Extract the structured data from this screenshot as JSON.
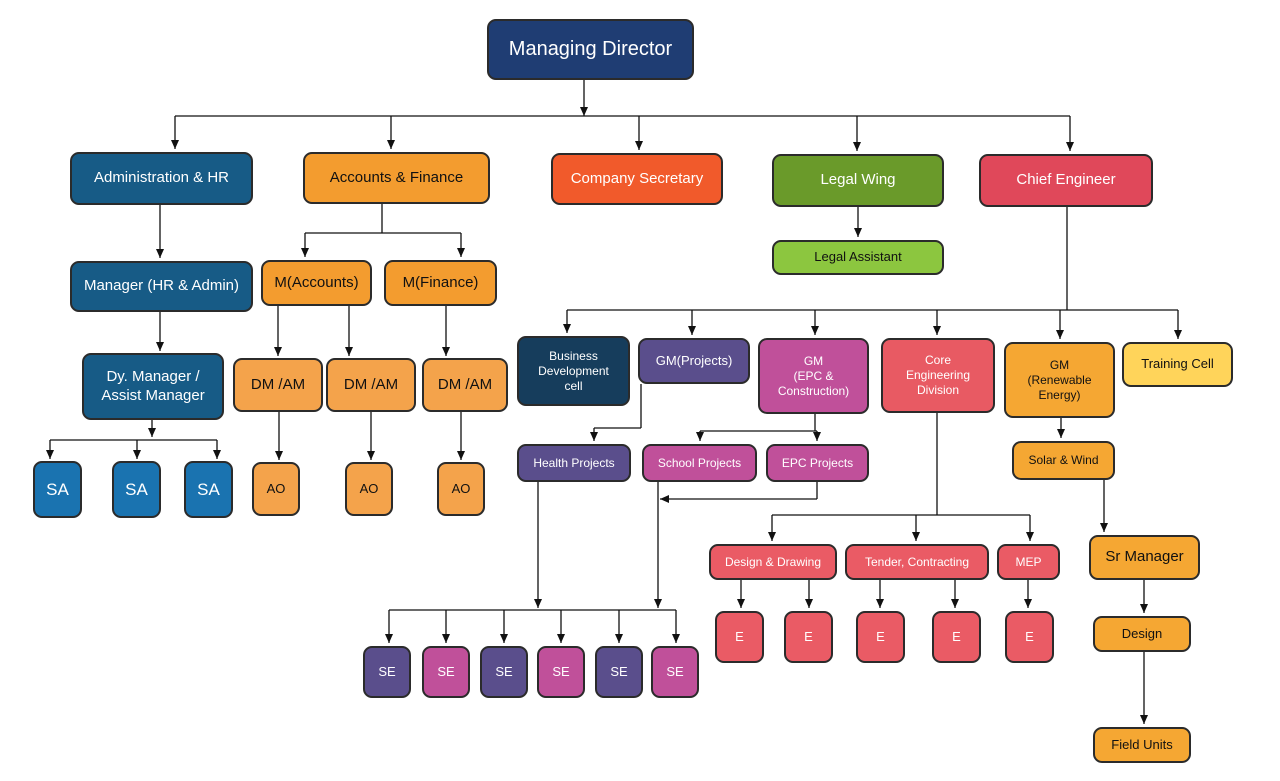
{
  "colors": {
    "managing_director": "#1f3d73",
    "administration": "#175b86",
    "staff_assistant": "#1a73b0",
    "accounts": "#f39c2f",
    "company_secretary": "#f15a2b",
    "legal": "#6a9a2a",
    "legal_assistant": "#8cc63f",
    "chief_engineer": "#e0485a",
    "business_development": "#163d5c",
    "gm_projects": "#5a4e8c",
    "gm_epc": "#c0509a",
    "core_engineering": "#e85a63",
    "renewable": "#f5a733",
    "training": "#ffd45a"
  },
  "nodes": {
    "managing_director": "Managing Director",
    "admin_hr": "Administration & HR",
    "manager_hr_admin": "Manager (HR & Admin)",
    "dy_manager_1": "Dy. Manager /",
    "dy_manager_2": "Assist Manager",
    "sa": "SA",
    "accounts_finance": "Accounts & Finance",
    "m_accounts": "M(Accounts)",
    "m_finance": "M(Finance)",
    "dm_am": "DM /AM",
    "ao": "AO",
    "company_secretary": "Company Secretary",
    "legal_wing": "Legal Wing",
    "legal_assistant": "Legal Assistant",
    "chief_engineer": "Chief Engineer",
    "bdc_1": "Business",
    "bdc_2": "Development",
    "bdc_3": "cell",
    "gm_projects": "GM(Projects)",
    "gm_epc_1": "GM",
    "gm_epc_2": "(EPC &",
    "gm_epc_3": "Construction)",
    "core_1": "Core",
    "core_2": "Engineering",
    "core_3": "Division",
    "gm_re_1": "GM",
    "gm_re_2": "(Renewable",
    "gm_re_3": "Energy)",
    "training_cell": "Training Cell",
    "health_projects": "Health Projects",
    "school_projects": "School Projects",
    "epc_projects": "EPC Projects",
    "se": "SE",
    "design_drawing": "Design & Drawing",
    "tender_contracting": "Tender, Contracting",
    "mep": "MEP",
    "e": "E",
    "solar_wind": "Solar & Wind",
    "sr_manager": "Sr Manager",
    "design": "Design",
    "field_units": "Field Units"
  }
}
